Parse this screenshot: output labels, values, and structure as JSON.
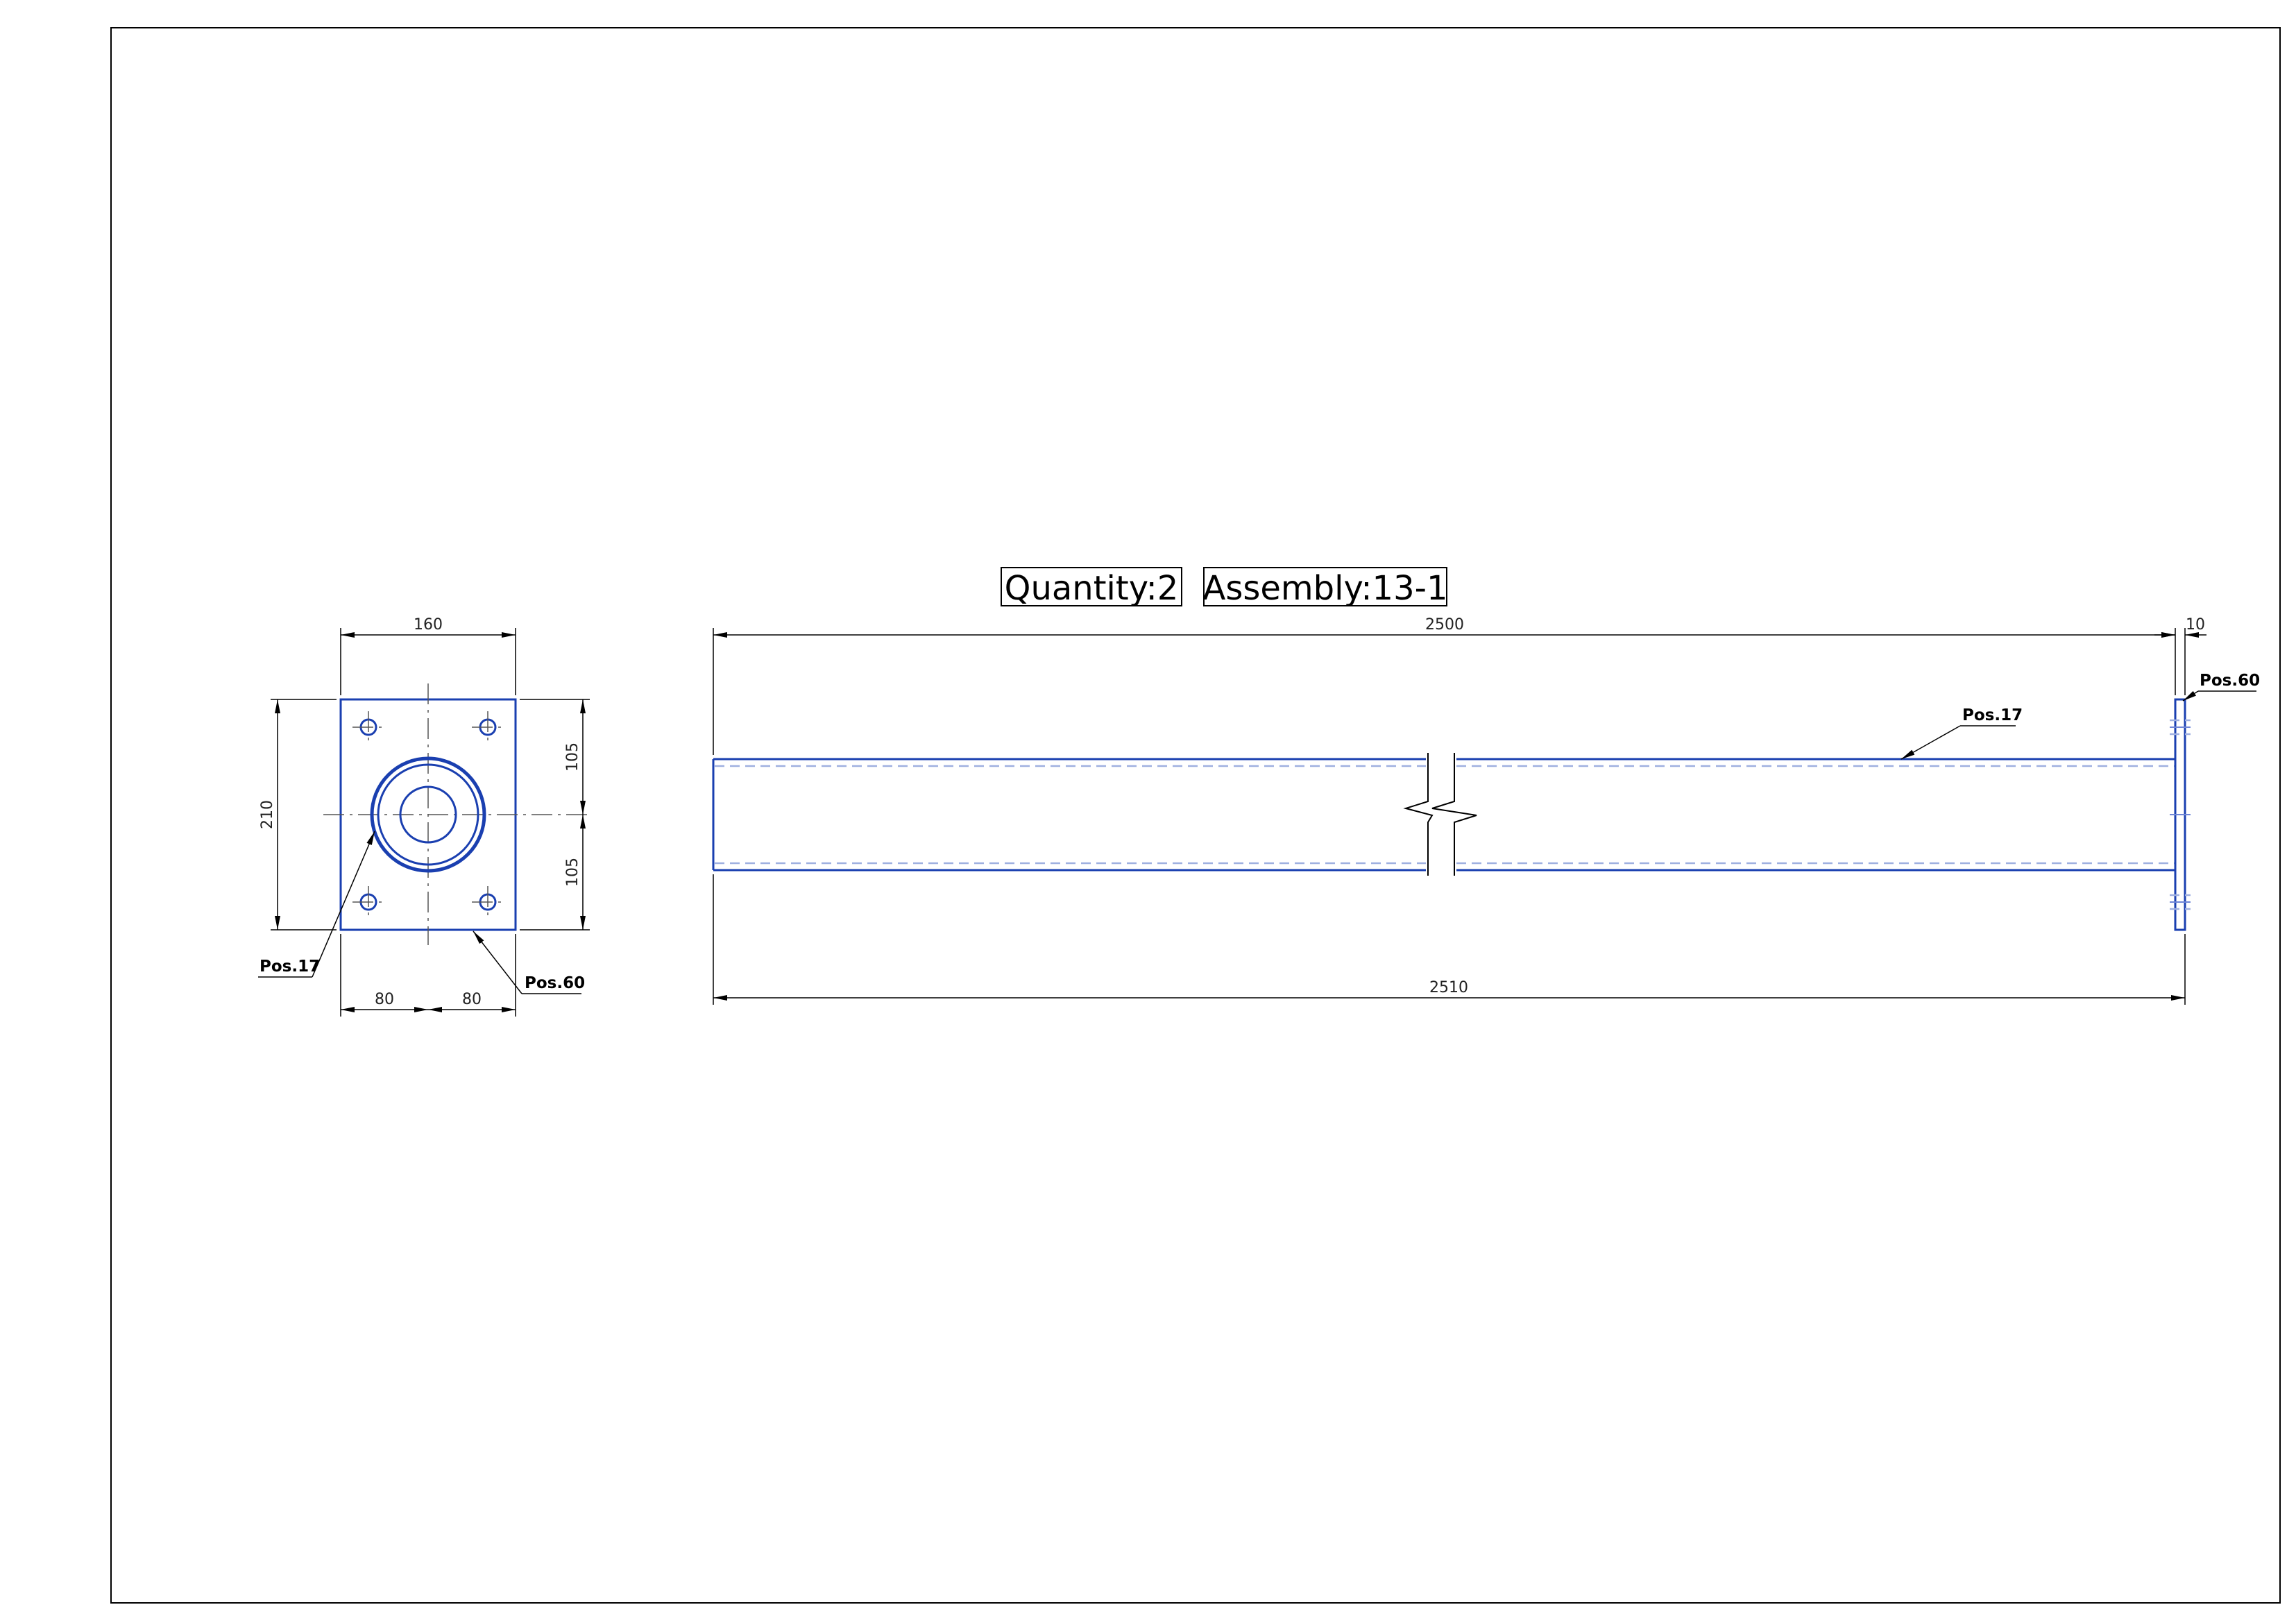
{
  "title_block": {
    "quantity": "Quantity:2",
    "assembly": "Assembly:13-1"
  },
  "end_view": {
    "dimensions": {
      "width": "160",
      "height": "210",
      "upper_half": "105",
      "lower_half": "105",
      "left_half": "80",
      "right_half": "80"
    },
    "labels": {
      "pipe": "Pos.17",
      "plate": "Pos.60"
    }
  },
  "side_view": {
    "dimensions": {
      "pipe_length": "2500",
      "plate_thickness": "10",
      "overall_length": "2510"
    },
    "labels": {
      "pipe": "Pos.17",
      "plate": "Pos.60"
    }
  },
  "colors": {
    "part_outline": "#1a3fb0",
    "hidden_line": "#9fb0e0",
    "dimension": "#000000"
  }
}
